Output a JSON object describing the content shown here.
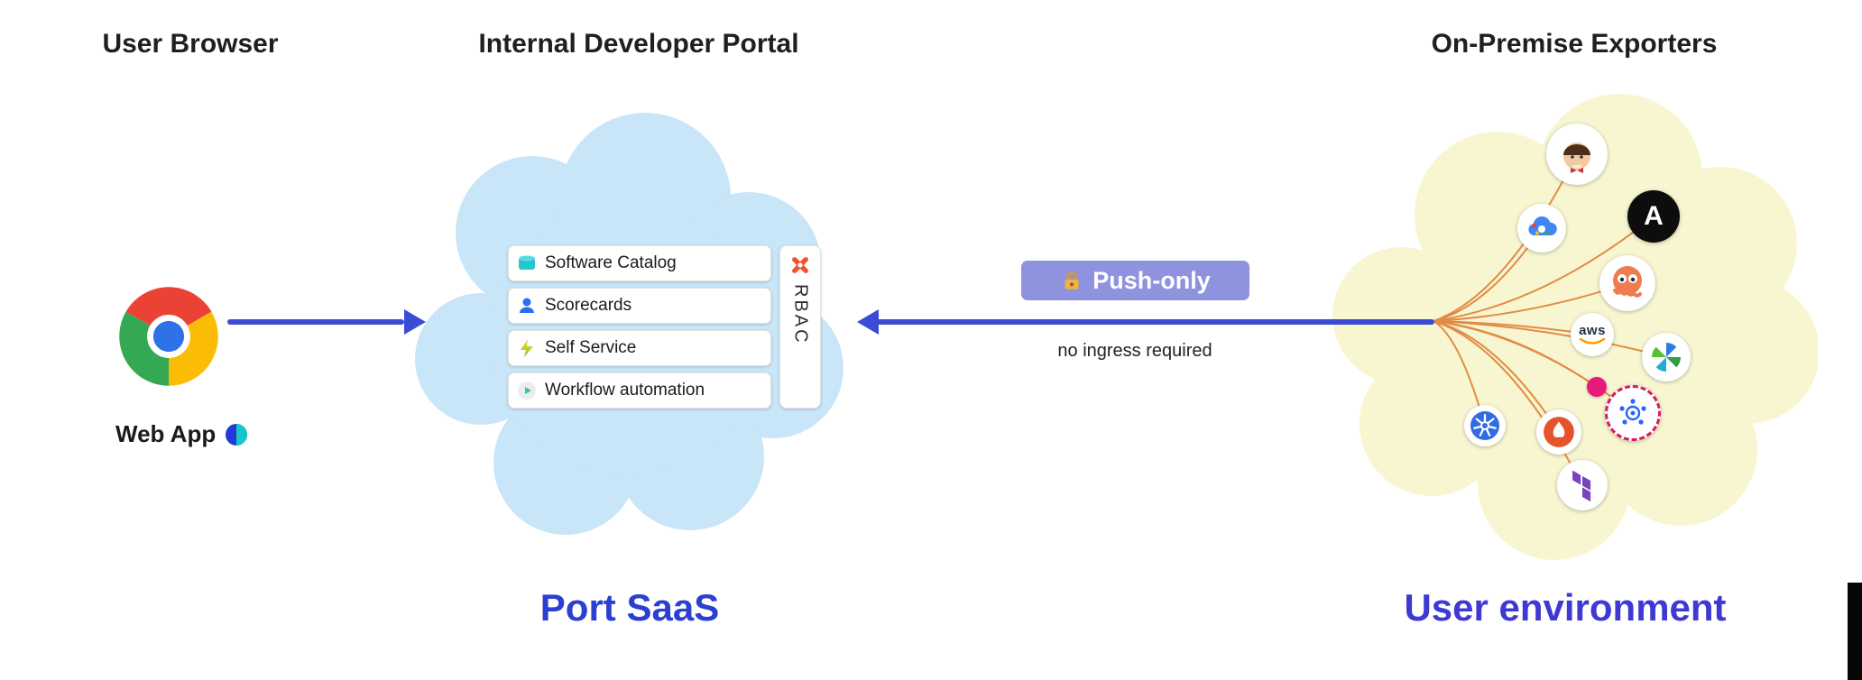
{
  "headers": {
    "left": "User Browser",
    "center": "Internal Developer Portal",
    "right": "On-Premise Exporters"
  },
  "left_section": {
    "web_app_label": "Web App",
    "browser_icon": "chrome-icon",
    "logo_icon": "port-logo-icon"
  },
  "portal": {
    "features": [
      {
        "label": "Software Catalog",
        "icon": "catalog-icon"
      },
      {
        "label": "Scorecards",
        "icon": "scorecards-icon"
      },
      {
        "label": "Self Service",
        "icon": "lightning-icon"
      },
      {
        "label": "Workflow automation",
        "icon": "play-icon"
      }
    ],
    "rbac_label": "RBAC",
    "rbac_icon": "rbac-flower-icon",
    "caption": "Port SaaS",
    "cloud_color": "#c9e5f8",
    "caption_color": "#2b3fd0"
  },
  "connection": {
    "badge_label": "Push-only",
    "badge_bg": "#8f93de",
    "lock_icon": "lock-icon",
    "note": "no ingress required",
    "arrow_color": "#3c4bd6"
  },
  "exporters": {
    "caption": "User environment",
    "caption_color": "#3f39d4",
    "cloud_color": "#f8f6d0",
    "line_color": "#e0863e",
    "aws_label": "aws",
    "ansible_letter": "A",
    "icon_names": [
      "jenkins-icon",
      "google-cloud-icon",
      "ansible-icon",
      "argo-icon",
      "aws-icon",
      "pinwheel-icon",
      "pin-icon",
      "kubernetes-icon",
      "prometheus-icon",
      "kubernetes-exporter-icon",
      "terraform-icon"
    ]
  }
}
